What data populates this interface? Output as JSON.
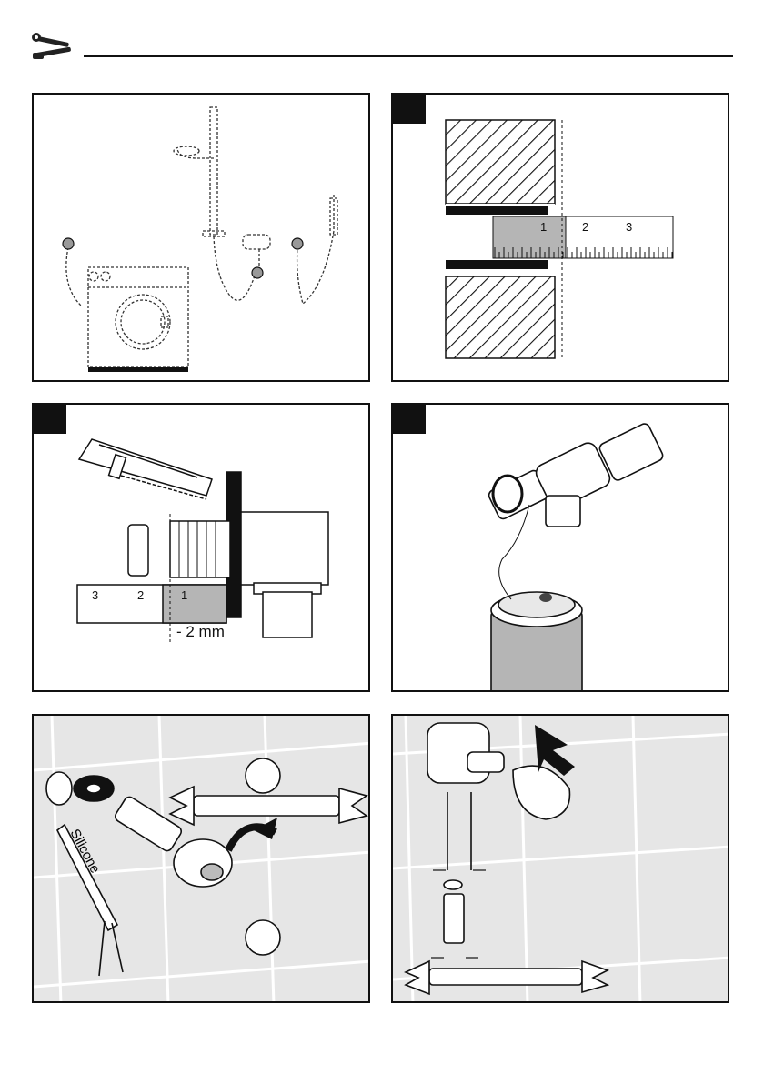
{
  "header": {
    "icon": "tools-icon"
  },
  "panels": [
    {
      "id": "overview",
      "step_marker": false,
      "icon": "installation-overview-illustration"
    },
    {
      "id": "measure-depth",
      "step_marker": true,
      "ruler_ticks": [
        "1",
        "2",
        "3"
      ]
    },
    {
      "id": "cut-pipe",
      "step_marker": true,
      "ruler_ticks": [
        "3",
        "2",
        "1"
      ],
      "dimension_label": "- 2 mm"
    },
    {
      "id": "seal-thread",
      "step_marker": true
    },
    {
      "id": "mount-elbow",
      "step_marker": true,
      "tube_label": "Silicone"
    },
    {
      "id": "fit-cover",
      "step_marker": true
    }
  ],
  "colors": {
    "line": "#111111",
    "tile": "#e6e6e6",
    "grey_fill": "#b5b5b5"
  }
}
